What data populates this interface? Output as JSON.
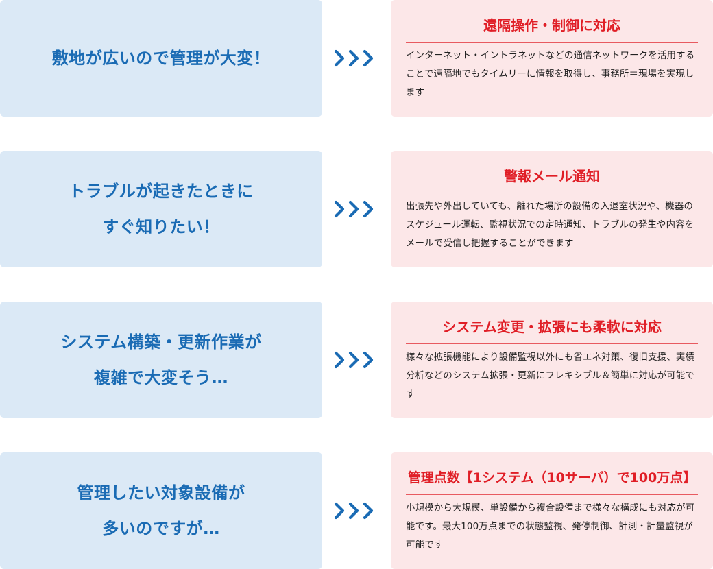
{
  "colors": {
    "problem_bg": "#dbe9f6",
    "problem_text": "#1a6bb4",
    "solution_bg": "#fce7e8",
    "solution_title": "#e01e26",
    "solution_divider": "#e85a60",
    "arrow": "#1a6bb4"
  },
  "rows": [
    {
      "problem_lines": [
        "敷地が広いので管理が大変！"
      ],
      "arrow_icon": "triple-chevron-right-icon",
      "solution_title": "遠隔操作・制御に対応",
      "solution_desc": "インターネット・イントラネットなどの通信ネットワークを活用することで遠隔地でもタイムリーに情報を取得し、事務所＝現場を実現します"
    },
    {
      "problem_lines": [
        "トラブルが起きたときに",
        "すぐ知りたい！"
      ],
      "arrow_icon": "triple-chevron-right-icon",
      "solution_title": "警報メール通知",
      "solution_desc": "出張先や外出していても、離れた場所の設備の入退室状況や、機器のスケジュール運転、監視状況での定時通知、トラブルの発生や内容をメールで受信し把握することができます"
    },
    {
      "problem_lines": [
        "システム構築・更新作業が",
        "複雑で大変そう…"
      ],
      "arrow_icon": "triple-chevron-right-icon",
      "solution_title": "システム変更・拡張にも柔軟に対応",
      "solution_desc": "様々な拡張機能により設備監視以外にも省エネ対策、復旧支援、実績分析などのシステム拡張・更新にフレキシブル＆簡単に対応が可能です"
    },
    {
      "problem_lines": [
        "管理したい対象設備が",
        "多いのですが…"
      ],
      "arrow_icon": "triple-chevron-right-icon",
      "solution_title": "管理点数【1システム（10サーバ）で100万点】",
      "solution_desc": "小規模から大規模、単設備から複合設備まで様々な構成にも対応が可能です。最大100万点までの状態監視、発停制御、計測・計量監視が可能です"
    }
  ]
}
